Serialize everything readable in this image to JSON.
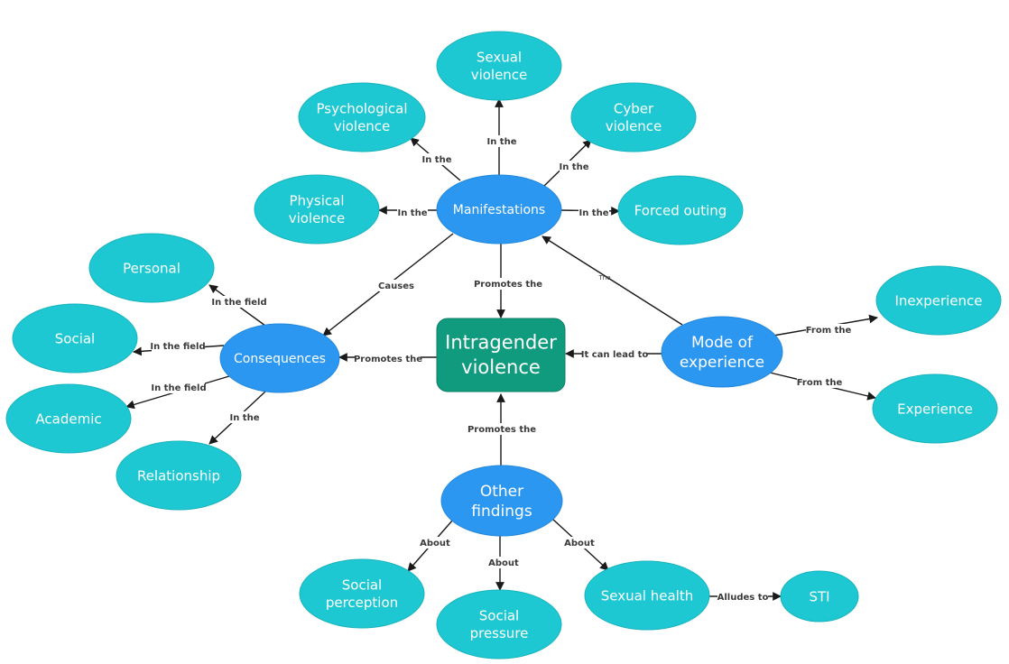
{
  "colors": {
    "leaf": "#1ec8d3",
    "leaf_stroke": "#17b3bd",
    "hub": "#2b97f0",
    "hub_stroke": "#2388dc",
    "center": "#119b7e",
    "center_stroke": "#0d7f66",
    "edge": "#1a1a1a"
  },
  "nodes": {
    "sexual_violence": "Sexual\nviolence",
    "psychological_violence": "Psychological\nviolence",
    "cyber_violence": "Cyber\nviolence",
    "physical_violence": "Physical\nviolence",
    "manifestations": "Manifestations",
    "forced_outing": "Forced outing",
    "personal": "Personal",
    "social": "Social",
    "consequences": "Consequences",
    "academic": "Academic",
    "relationship": "Relationship",
    "intragender_violence": "Intragender\nviolence",
    "mode_of_experience": "Mode of\nexperience",
    "inexperience": "Inexperience",
    "experience": "Experience",
    "other_findings": "Other\nfindings",
    "social_perception": "Social\nperception",
    "social_pressure": "Social\npressure",
    "sexual_health": "Sexual health",
    "sti": "STI"
  },
  "edges": {
    "manif_sexual": "In the",
    "manif_psych": "In the",
    "manif_cyber": "In the",
    "manif_physical": "In the",
    "manif_outing": "In the",
    "manif_consequences": "Causes",
    "manif_center": "Promotes the",
    "mode_manif": "The",
    "cons_personal": "In the field",
    "cons_social": "In the field",
    "cons_academic": "In the field",
    "cons_relationship": "In the",
    "center_consequences": "Promotes the",
    "mode_center": "It can lead to",
    "mode_inexperience": "From the",
    "mode_experience": "From the",
    "other_center": "Promotes the",
    "other_perception": "About",
    "other_pressure": "About",
    "other_sexualhealth": "About",
    "sexualhealth_sti": "Alludes to"
  }
}
